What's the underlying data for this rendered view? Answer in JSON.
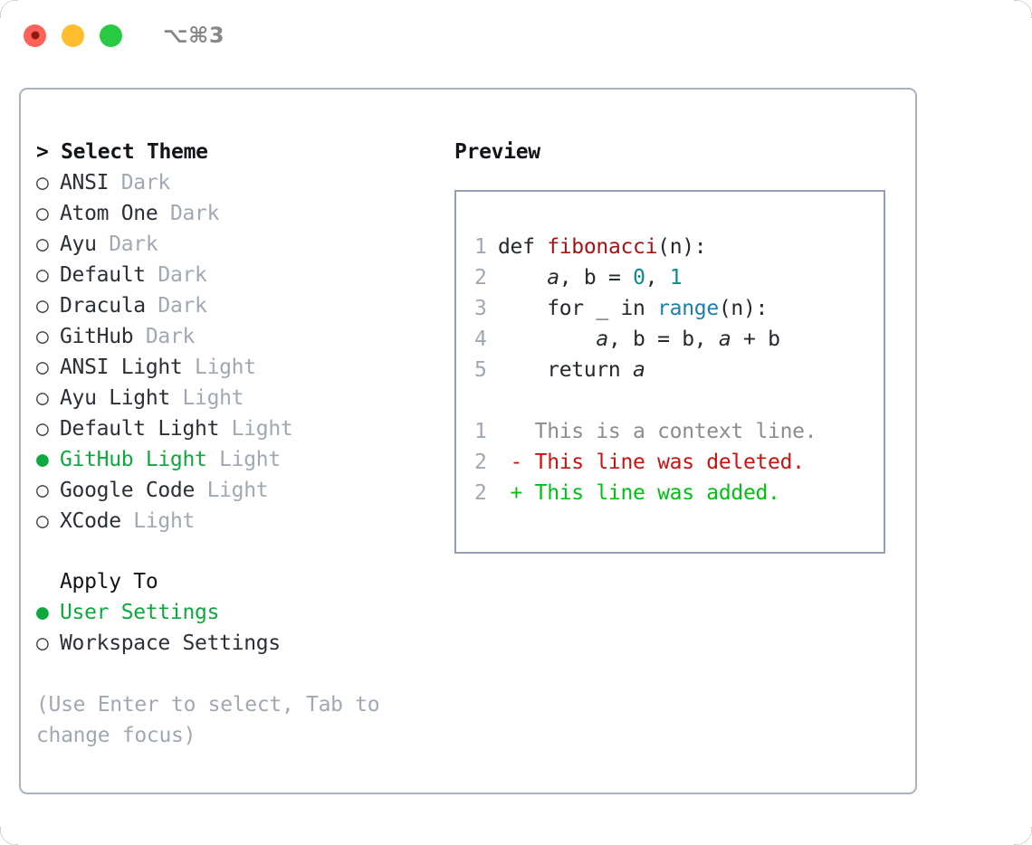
{
  "window": {
    "shortcut": "⌥⌘3",
    "traffic_lights": [
      {
        "name": "close",
        "color": "#FF6057"
      },
      {
        "name": "minimize",
        "color": "#FFBD2E"
      },
      {
        "name": "maximize",
        "color": "#28CA41"
      }
    ]
  },
  "colors": {
    "accent_green": "#0DA93C",
    "muted": "#A0A8B4",
    "panel_border": "#A8B2C0",
    "preview_border": "#93A0B0",
    "text": "#2B2F36",
    "diff_add": "#00C113",
    "diff_del": "#CC1111",
    "diff_ctx": "#8C8C8C",
    "tok_fn": "#A31515",
    "tok_num": "#0D8B8B",
    "tok_kw": "#1B7FAD"
  },
  "theme_list": {
    "header_prefix": "> ",
    "header": "Select Theme",
    "marker_selected": "● ",
    "marker_unselected": "○ ",
    "items": [
      {
        "name": "ANSI",
        "variant": "Dark",
        "selected": false
      },
      {
        "name": "Atom One",
        "variant": "Dark",
        "selected": false
      },
      {
        "name": "Ayu",
        "variant": "Dark",
        "selected": false
      },
      {
        "name": "Default",
        "variant": "Dark",
        "selected": false
      },
      {
        "name": "Dracula",
        "variant": "Dark",
        "selected": false
      },
      {
        "name": "GitHub",
        "variant": "Dark",
        "selected": false
      },
      {
        "name": "ANSI Light",
        "variant": "Light",
        "selected": false
      },
      {
        "name": "Ayu Light",
        "variant": "Light",
        "selected": false
      },
      {
        "name": "Default Light",
        "variant": "Light",
        "selected": false
      },
      {
        "name": "GitHub Light",
        "variant": "Light",
        "selected": true
      },
      {
        "name": "Google Code",
        "variant": "Light",
        "selected": false
      },
      {
        "name": "XCode",
        "variant": "Light",
        "selected": false
      }
    ]
  },
  "apply_to": {
    "header": "Apply To",
    "items": [
      {
        "label": "User Settings",
        "selected": true
      },
      {
        "label": "Workspace Settings",
        "selected": false
      }
    ]
  },
  "hint": "(Use Enter to select, Tab to change focus)",
  "preview": {
    "title": "Preview",
    "code_lines": [
      {
        "no": "1",
        "tokens": [
          {
            "t": "def ",
            "c": "plain"
          },
          {
            "t": "fibonacci",
            "c": "fn"
          },
          {
            "t": "(n):",
            "c": "plain"
          }
        ]
      },
      {
        "no": "2",
        "tokens": [
          {
            "t": "    ",
            "c": "plain"
          },
          {
            "t": "a",
            "c": "var"
          },
          {
            "t": ", b = ",
            "c": "plain"
          },
          {
            "t": "0",
            "c": "num"
          },
          {
            "t": ", ",
            "c": "plain"
          },
          {
            "t": "1",
            "c": "num"
          }
        ]
      },
      {
        "no": "3",
        "tokens": [
          {
            "t": "    for _ in ",
            "c": "plain"
          },
          {
            "t": "range",
            "c": "kw"
          },
          {
            "t": "(n):",
            "c": "plain"
          }
        ]
      },
      {
        "no": "4",
        "tokens": [
          {
            "t": "        ",
            "c": "plain"
          },
          {
            "t": "a",
            "c": "var"
          },
          {
            "t": ", b = b, ",
            "c": "plain"
          },
          {
            "t": "a",
            "c": "var"
          },
          {
            "t": " + b",
            "c": "plain"
          }
        ]
      },
      {
        "no": "5",
        "tokens": [
          {
            "t": "    return ",
            "c": "plain"
          },
          {
            "t": "a",
            "c": "var"
          }
        ]
      }
    ],
    "diff_lines": [
      {
        "no": "1",
        "sign": " ",
        "text": " This is a context line.",
        "kind": "ctx"
      },
      {
        "no": "2",
        "sign": "-",
        "text": " This line was deleted.",
        "kind": "del"
      },
      {
        "no": "2",
        "sign": "+",
        "text": " This line was added.",
        "kind": "add"
      }
    ]
  }
}
